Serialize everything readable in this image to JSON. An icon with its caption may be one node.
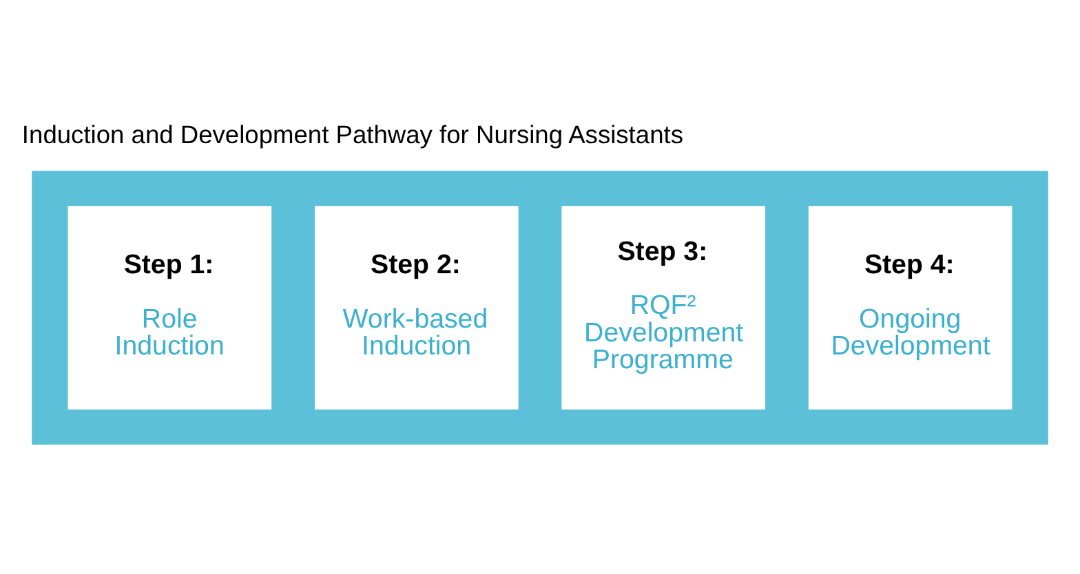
{
  "diagram": {
    "title": "Induction and Development Pathway for Nursing Assistants",
    "nodes": [
      {
        "text": [],
        "shape": "arrow"
      },
      {
        "text": [
          "Step 1:",
          "Role Induction"
        ],
        "in": 0
      },
      {
        "text": [
          "Step 2:",
          "Work-based Induction"
        ],
        "in": 0
      },
      {
        "text": [
          "Step 3:",
          "RQF² Development Programme"
        ],
        "in": 0
      },
      {
        "text": [
          "Step 4:",
          "Ongoing Development"
        ],
        "in": 0
      }
    ]
  }
}
